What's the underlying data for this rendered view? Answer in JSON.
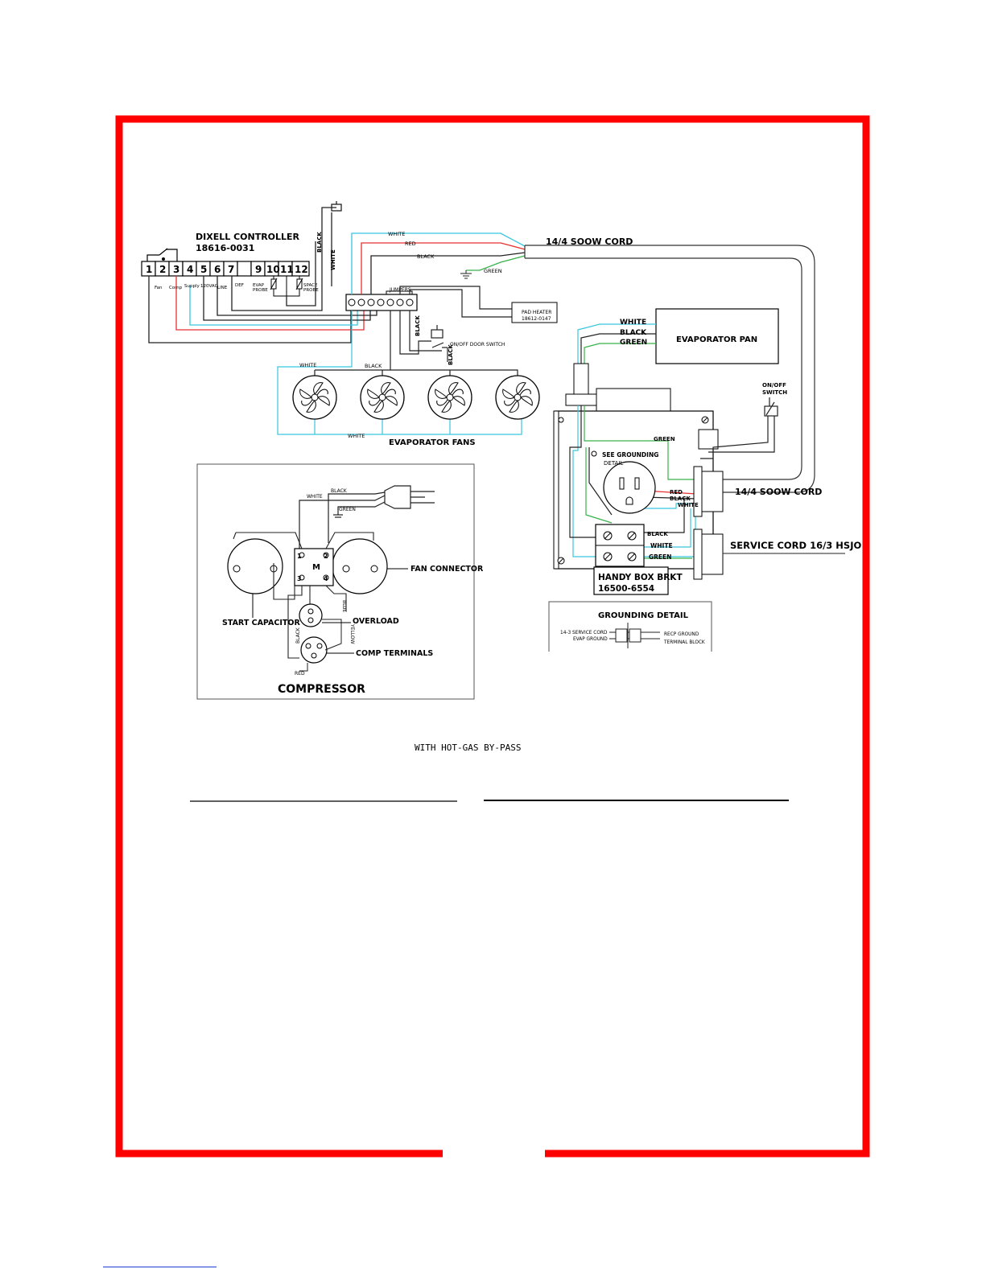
{
  "colors": {
    "frame": "#ff0000",
    "wire_white": "#39c6e0",
    "wire_red": "#e83030",
    "wire_black": "#222222",
    "wire_green": "#37b24a"
  },
  "controller": {
    "title": "DIXELL CONTROLLER",
    "part": "18616-0031",
    "terminals": [
      "1",
      "2",
      "3",
      "4",
      "5",
      "6",
      "7",
      "9",
      "10",
      "11",
      "12"
    ],
    "sub_fan": "Fan",
    "sub_comp": "Comp",
    "sub_supply": "Supply",
    "sub_120vac": "120VAC",
    "sub_line": "LINE",
    "sub_def": "DEF",
    "sub_evap_probe_1": "EVAP",
    "sub_evap_probe_2": "PROBE",
    "sub_space_probe_1": "SPACE",
    "sub_space_probe_2": "PROBE"
  },
  "wires": {
    "white": "WHITE",
    "red": "RED",
    "black": "BLACK",
    "green": "GREEN",
    "blue": "BLUE",
    "yellow": "YELLOW"
  },
  "labels": {
    "soow_cord_top": "14/4 SOOW CORD",
    "jumpers": "JUMPERS",
    "pad_heater_1": "PAD HEATER",
    "pad_heater_2": "18612-0147",
    "door_switch": "ON/OFF DOOR SWITCH",
    "evaporator_pan": "EVAPORATOR PAN",
    "evaporator_fans": "EVAPORATOR FANS",
    "onoff_switch_1": "ON/OFF",
    "onoff_switch_2": "SWITCH",
    "see_grounding_1": "SEE GROUNDING",
    "see_grounding_2": "DETAIL",
    "soow_cord_right": "14/4 SOOW CORD",
    "service_cord": "SERVICE CORD 16/3 HSJO",
    "handy_box_1": "HANDY BOX BRKT",
    "handy_box_2": "16500-6554",
    "grounding_title": "GROUNDING DETAIL",
    "g_service_cord": "14-3 SERVICE CORD",
    "g_evap_ground": "EVAP GROUND",
    "g_recp_ground": "RECP GROUND",
    "g_terminal_block": "TERMINAL BLOCK",
    "fan_connector": "FAN CONNECTOR",
    "start_capacitor": "START CAPACITOR",
    "overload": "OVERLOAD",
    "comp_terminals": "COMP TERMINALS",
    "compressor": "COMPRESSOR",
    "motor": "M",
    "pin_1": "1",
    "pin_2": "2",
    "pin_3": "3",
    "pin_4": "4",
    "hot_gas": "WITH HOT-GAS BY-PASS"
  }
}
